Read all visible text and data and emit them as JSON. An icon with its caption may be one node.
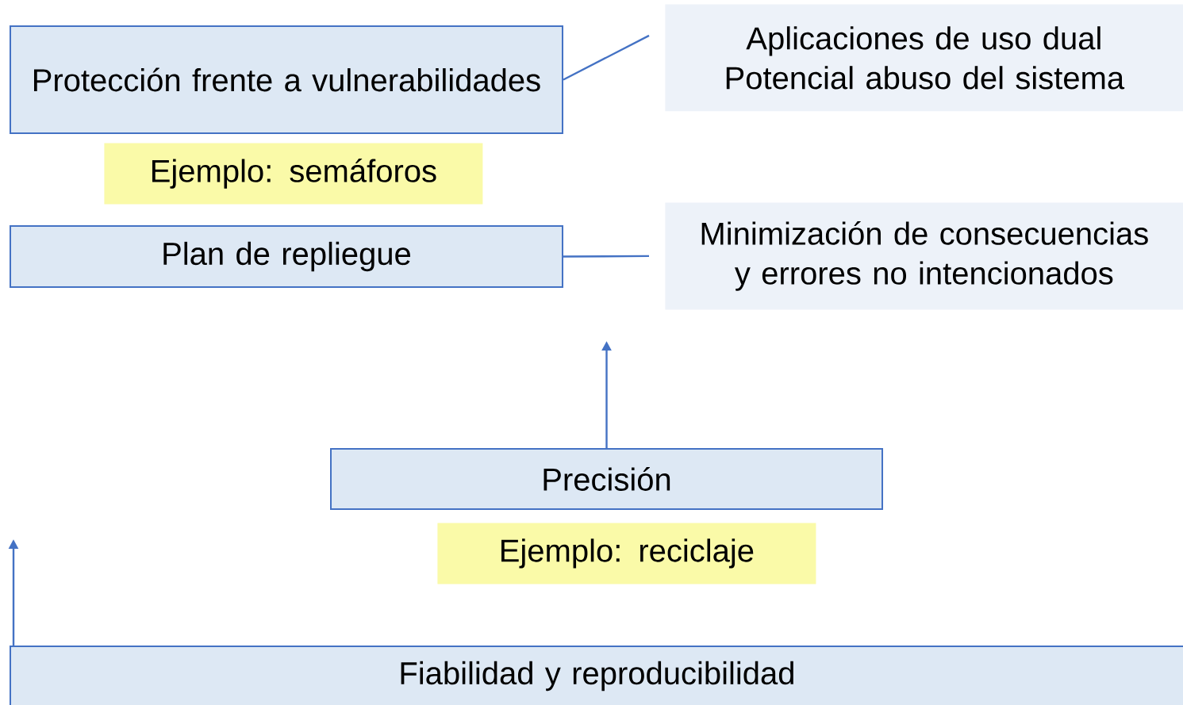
{
  "diagram": {
    "nodes": [
      {
        "text": [
          "Protección frente a vulnerabilidades"
        ]
      },
      {
        "text": [
          "Aplicaciones de uso dual",
          "Potencial abuso del sistema"
        ]
      },
      {
        "text": [
          "Ejemplo: semáforos"
        ]
      },
      {
        "text": [
          "Plan de repliegue"
        ]
      },
      {
        "text": [
          "Minimización de consecuencias y errores no intencionados"
        ]
      },
      {
        "text": [
          "Precisión"
        ]
      },
      {
        "text": [
          "Ejemplo: reciclaje"
        ]
      },
      {
        "text": [
          "Fiabilidad y reproducibilidad"
        ]
      }
    ],
    "edges": [
      {
        "from": 0,
        "to": 1,
        "arrow": "none"
      },
      {
        "from": 3,
        "to": 4,
        "arrow": "none"
      },
      {
        "from": 5,
        "to": null,
        "arrow": "to"
      },
      {
        "from": 7,
        "to": null,
        "arrow": "to"
      }
    ]
  }
}
